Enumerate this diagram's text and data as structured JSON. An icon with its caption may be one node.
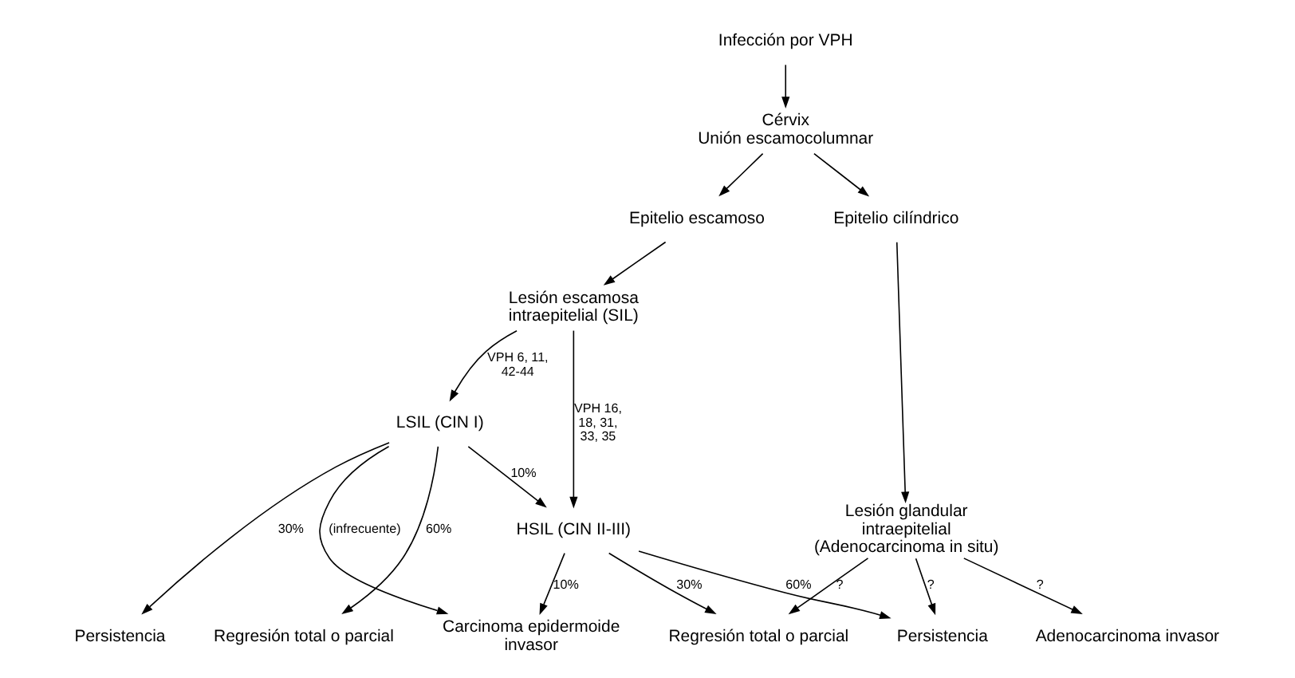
{
  "diagram": {
    "nodes": [
      {
        "text": [
          "Infección por VPH"
        ]
      },
      {
        "text": [
          "Cérvix",
          "Unión escamocolumnar"
        ]
      },
      {
        "text": [
          "Epitelio escamoso"
        ]
      },
      {
        "text": [
          "Epitelio cilíndrico"
        ]
      },
      {
        "text": [
          "Lesión escamosa intraepitelial (SIL)"
        ]
      },
      {
        "text": [
          "Lesión glandular intraepitelial (Adenocarcinoma in situ)"
        ]
      },
      {
        "text": [
          "LSIL (CIN I)"
        ]
      },
      {
        "text": [
          "HSIL (CIN II-III)"
        ]
      },
      {
        "text": [
          "Regresión total o parcial"
        ]
      },
      {
        "text": [
          "Regresión total o parcial"
        ]
      },
      {
        "text": [
          "Persistencia"
        ]
      },
      {
        "text": [
          "Carcinoma epidermoide invasor"
        ]
      },
      {
        "text": [
          "Persistencia"
        ]
      },
      {
        "text": [
          "Adenocarcinoma invasor"
        ]
      }
    ],
    "edges": [
      {
        "from": 0,
        "to": 1,
        "arrow": "to"
      },
      {
        "from": 1,
        "to": 2,
        "arrow": "to"
      },
      {
        "from": 1,
        "to": 3,
        "arrow": "to"
      },
      {
        "from": 2,
        "to": 4,
        "arrow": "to"
      },
      {
        "from": 3,
        "to": 5,
        "arrow": "to"
      },
      {
        "from": 4,
        "to": 6,
        "arrow": "to",
        "label": "VPH 6, 11, 42-44"
      },
      {
        "from": 4,
        "to": 7,
        "arrow": "to",
        "label": "VPH 16, 18, 31, 33, 35"
      },
      {
        "from": 6,
        "to": 7,
        "arrow": "to",
        "label": "10%"
      },
      {
        "from": 6,
        "to": 9,
        "arrow": "to",
        "label": "60%"
      },
      {
        "from": 6,
        "to": 10,
        "arrow": "to",
        "label": "30%"
      },
      {
        "from": 6,
        "to": 11,
        "arrow": "to",
        "label": "(infrecuente)"
      },
      {
        "from": 7,
        "to": 11,
        "arrow": "to",
        "label": "10%"
      },
      {
        "from": 7,
        "to": 8,
        "arrow": "to",
        "label": "30%"
      },
      {
        "from": 7,
        "to": 12,
        "arrow": "to",
        "label": "60%"
      },
      {
        "from": 5,
        "to": 8,
        "arrow": "to",
        "label": "?"
      },
      {
        "from": 5,
        "to": 12,
        "arrow": "to",
        "label": "?"
      },
      {
        "from": 5,
        "to": 13,
        "arrow": "to",
        "label": "?"
      }
    ]
  }
}
